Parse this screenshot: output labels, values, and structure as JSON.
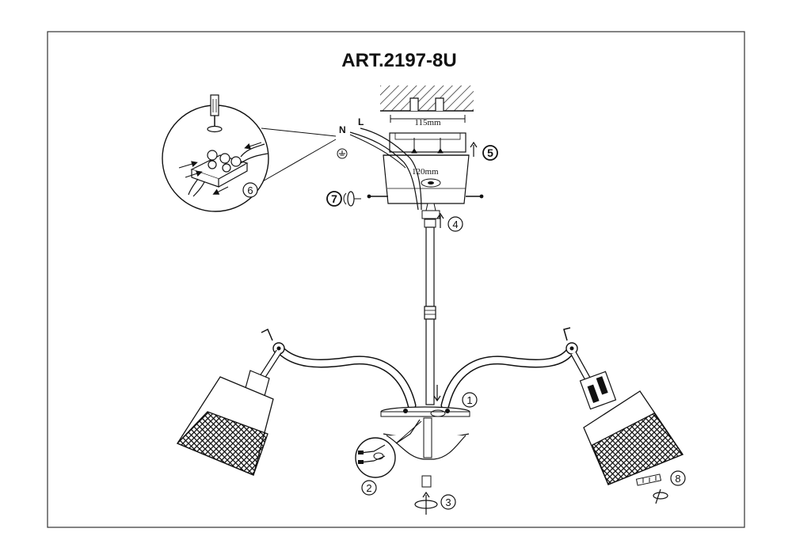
{
  "title": "ART.2197-8U",
  "dimensions": {
    "top_width": "115mm",
    "canopy_width": "120mm"
  },
  "wires": {
    "neutral": "N",
    "live": "L"
  },
  "steps": [
    "1",
    "2",
    "3",
    "4",
    "5",
    "6",
    "7",
    "8"
  ],
  "icons": [
    "ground-icon",
    "screwdriver-icon",
    "ceiling-icon"
  ]
}
